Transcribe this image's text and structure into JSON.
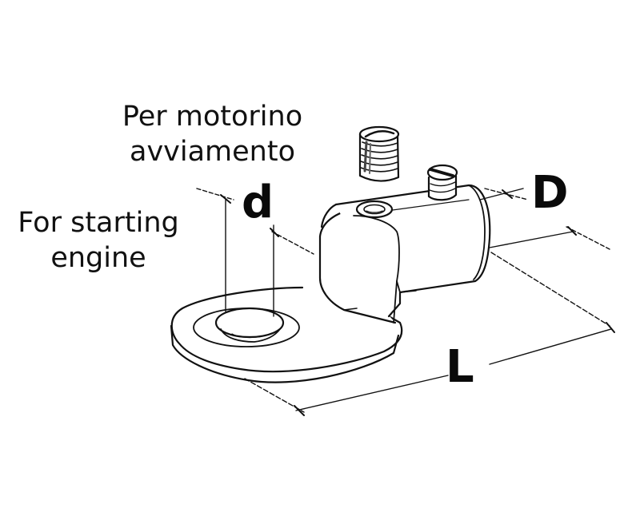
{
  "labels": {
    "italian_line1": "Per motorino",
    "italian_line2": "avviamento",
    "english_line1": "For starting",
    "english_line2": "engine"
  },
  "dimensions": {
    "hole_diameter": "d",
    "barrel_diameter": "D",
    "length": "L"
  },
  "colors": {
    "ink": "#111111",
    "background": "#ffffff"
  }
}
